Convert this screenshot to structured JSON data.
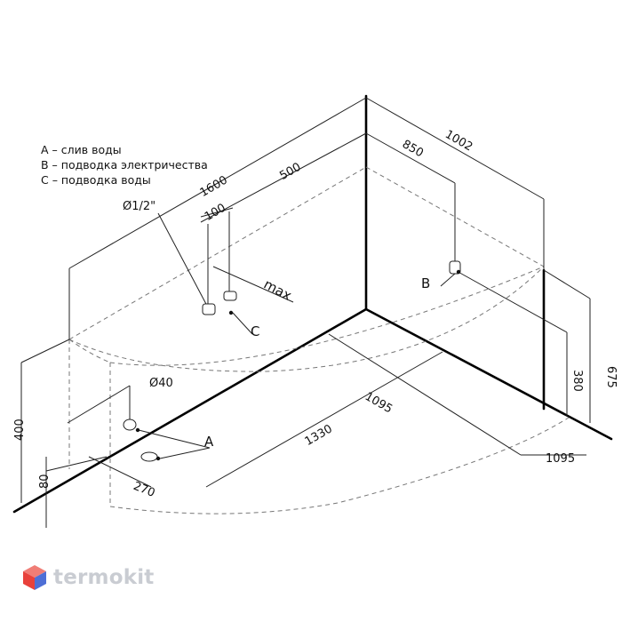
{
  "legend": [
    "A – слив воды",
    "B – подводка электричества",
    "C – подводка воды"
  ],
  "dimensions": {
    "d1600": "1600",
    "d500": "500",
    "d100": "100",
    "d_pipe": "Ø1/2\"",
    "d_max": "max",
    "d850": "850",
    "d1002": "1002",
    "d675": "675",
    "d380": "380",
    "d1330": "1330",
    "d1095a": "1095",
    "d1095b": "1095",
    "d400": "400",
    "d80": "80",
    "d270": "270",
    "d40": "Ø40"
  },
  "markers": {
    "a": "A",
    "b": "B",
    "c": "C"
  },
  "logo": {
    "text": "termokit"
  },
  "colors": {
    "line": "#000000",
    "dashed": "#777777",
    "logo_gray": "#c9ccd2",
    "logo_red": "#e8413b",
    "logo_blue": "#4e6fd6"
  }
}
